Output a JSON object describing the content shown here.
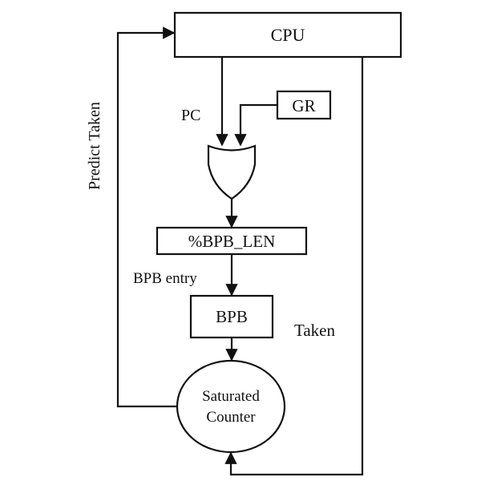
{
  "diagram": {
    "nodes": {
      "cpu": "CPU",
      "gr": "GR",
      "mod": "%BPB_LEN",
      "bpb": "BPB",
      "counter_line1": "Saturated",
      "counter_line2": "Counter"
    },
    "edge_labels": {
      "pc": "PC",
      "bpb_entry": "BPB entry",
      "taken": "Taken",
      "predict_taken": "Predict Taken"
    }
  }
}
